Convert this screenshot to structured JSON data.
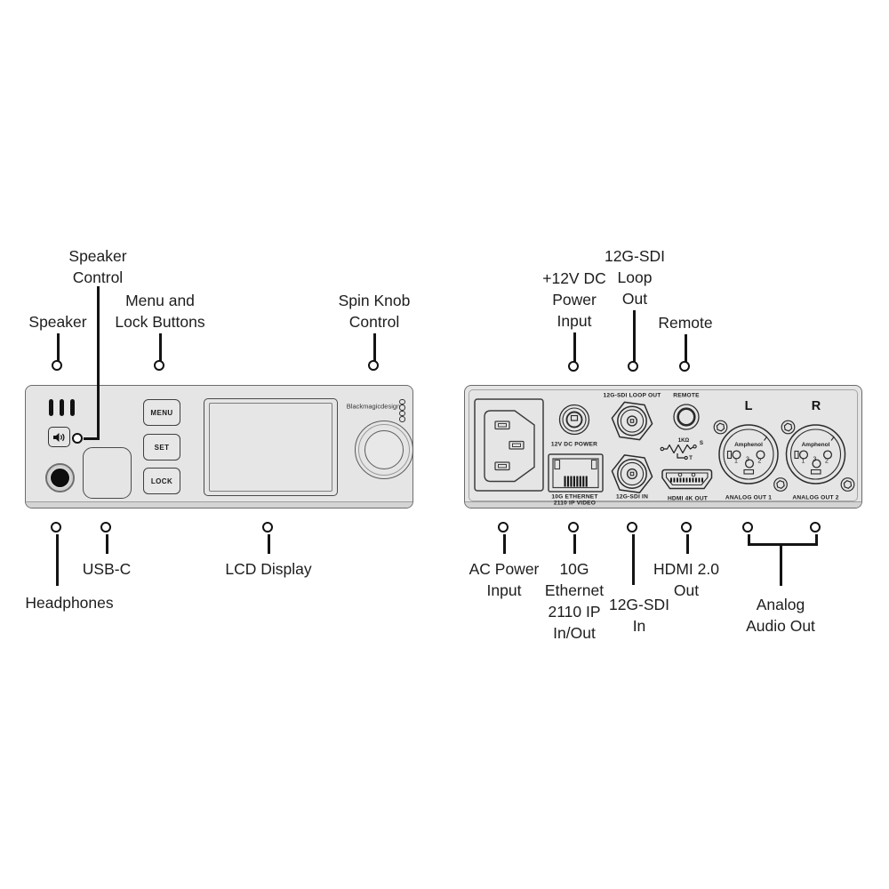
{
  "device": {
    "brand": "Blackmagicdesign",
    "front_buttons": {
      "menu": "MENU",
      "set": "SET",
      "lock": "LOCK"
    }
  },
  "callouts": {
    "speaker": {
      "lines": [
        "Speaker"
      ]
    },
    "speaker_control": {
      "lines": [
        "Speaker",
        "Control"
      ]
    },
    "menu_lock": {
      "lines": [
        "Menu and",
        "Lock Buttons"
      ]
    },
    "spin_knob": {
      "lines": [
        "Spin Knob",
        "Control"
      ]
    },
    "power_12v": {
      "lines": [
        "+12V DC",
        "Power",
        "Input"
      ]
    },
    "sdi_loop": {
      "lines": [
        "12G-SDI",
        "Loop",
        "Out"
      ]
    },
    "remote": {
      "lines": [
        "Remote"
      ]
    },
    "headphones": {
      "lines": [
        "Headphones"
      ]
    },
    "usb_c": {
      "lines": [
        "USB-C"
      ]
    },
    "lcd": {
      "lines": [
        "LCD Display"
      ]
    },
    "ac_power": {
      "lines": [
        "AC Power",
        "Input"
      ]
    },
    "ethernet": {
      "lines": [
        "10G",
        "Ethernet",
        "2110 IP",
        "In/Out"
      ]
    },
    "sdi_in": {
      "lines": [
        "12G-SDI",
        "In"
      ]
    },
    "hdmi": {
      "lines": [
        "HDMI 2.0",
        "Out"
      ]
    },
    "analog": {
      "lines": [
        "Analog",
        "Audio Out"
      ]
    }
  },
  "rear_labels": {
    "sdi_loop_out": "12G-SDI LOOP OUT",
    "remote": "REMOTE",
    "dc_power": "12V DC POWER",
    "eth_line1": "10G ETHERNET",
    "eth_line2": "2110 IP VIDEO",
    "sdi_in": "12G-SDI IN",
    "hdmi": "HDMI 4K OUT",
    "analog_out_1": "ANALOG OUT 1",
    "analog_out_2": "ANALOG OUT 2",
    "left": "L",
    "right": "R",
    "xlr_brand": "Amphenol",
    "pin1": "1",
    "pin3": "3",
    "pin2": "2",
    "resistor_value": "1KΩ",
    "terminal_s": "S",
    "terminal_t": "T"
  },
  "colors": {
    "panel_fill": "#e5e5e5",
    "panel_border": "#6b6b6b",
    "callout_line": "#141414",
    "text": "#1d1d1d"
  }
}
